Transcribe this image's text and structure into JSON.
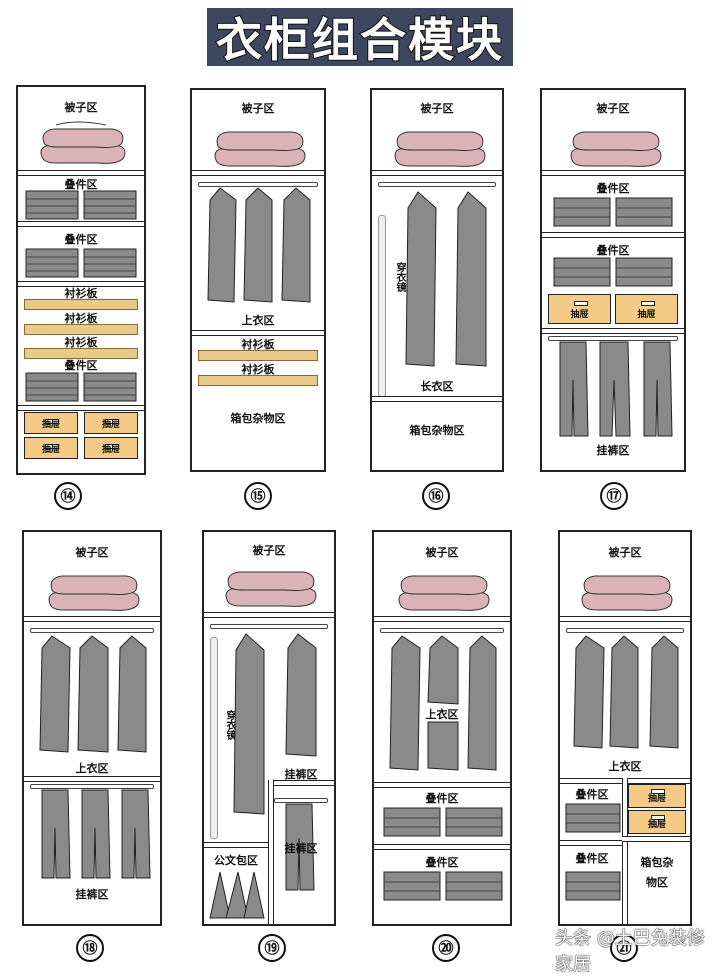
{
  "title": "衣柜组合模块",
  "labels": {
    "quilt": "被子区",
    "folding": "叠件区",
    "shirt_board": "衬衫板",
    "drawer": "抽屉",
    "top_clothes": "上衣区",
    "bags": "箱包杂物区",
    "long_clothes": "长衣区",
    "mirror": "穿衣镜",
    "pants": "挂裤区",
    "briefcase": "公文包区",
    "bags_split_1": "箱包杂",
    "bags_split_2": "物区"
  },
  "numbers": [
    "⑭",
    "⑮",
    "⑯",
    "⑰",
    "⑱",
    "⑲",
    "⑳",
    "㉑"
  ],
  "watermark": "头条 @土巴兔装修家居",
  "icons": {
    "quilt": "folded-quilt-icon",
    "folded_shirt": "folded-shirt-icon",
    "coat": "hanging-coat-icon",
    "long_coat": "long-coat-icon",
    "pants": "hanging-pants-icon",
    "briefcase": "briefcase-icon"
  },
  "colors": {
    "title_bg": "#3d475f",
    "quilt": "#d9b3b8",
    "clothes": "#8a8a8a",
    "drawer": "#f3ca86",
    "board": "#e9c98a"
  }
}
